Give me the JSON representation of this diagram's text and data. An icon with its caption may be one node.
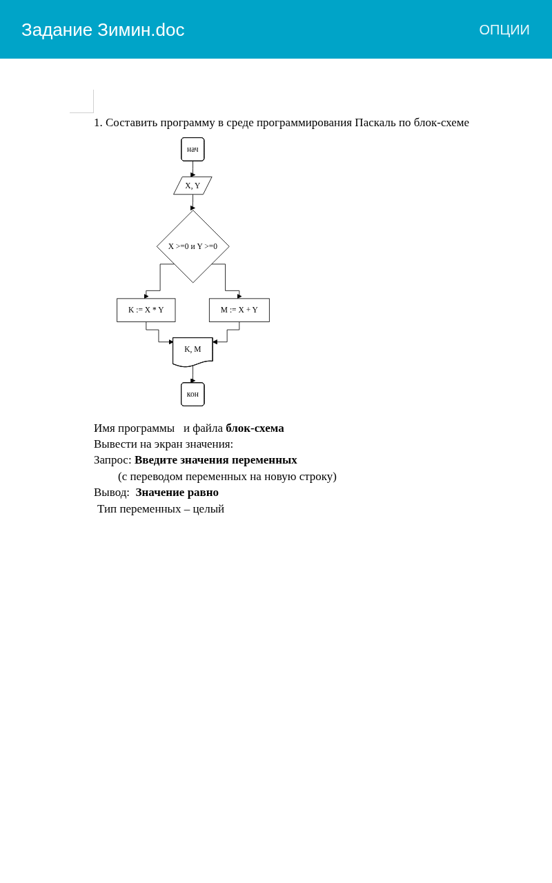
{
  "diagram": {
    "title": "Задание Зимин.doc",
    "nodes": [
      {
        "text": [
          "нач"
        ]
      },
      {
        "text": [
          "X, Y"
        ]
      },
      {
        "text": [
          "X >=0 и Y >=0"
        ]
      },
      {
        "text": [
          "K := X * Y"
        ]
      },
      {
        "text": [
          "M := X + Y"
        ]
      },
      {
        "text": [
          "K, M"
        ]
      },
      {
        "text": [
          "кон"
        ]
      }
    ],
    "edges": [
      {
        "from": 0,
        "to": 1,
        "arrow": "to"
      },
      {
        "from": 1,
        "to": 2,
        "arrow": "to"
      },
      {
        "from": 2,
        "to": 3,
        "arrow": "to"
      },
      {
        "from": 2,
        "to": 4,
        "arrow": "to"
      },
      {
        "from": 3,
        "to": 5,
        "arrow": "to"
      },
      {
        "from": 4,
        "to": 5,
        "arrow": "to"
      },
      {
        "from": 5,
        "to": 6,
        "arrow": "to"
      }
    ],
    "labels": [
      "ОПЦИИ",
      "1. Составить программу в среде программирования Паскаль по блок-схеме",
      "Имя программы   и файла **блок-схема**",
      "Вывести на экран значения:",
      "Запрос: **Введите значения переменных**",
      "(с переводом переменных на новую строку)",
      "Вывод:  **Значение равно**",
      "Тип переменных – целый"
    ]
  }
}
